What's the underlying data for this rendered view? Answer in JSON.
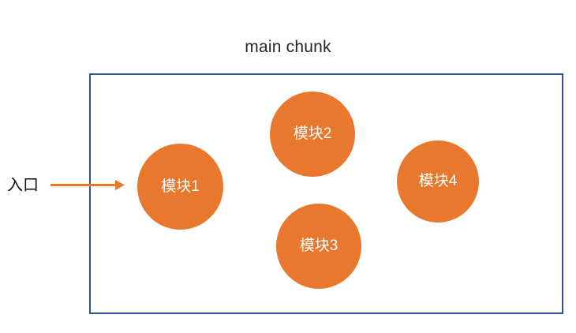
{
  "diagram": {
    "type": "webpack-chunk-diagram",
    "title": "main chunk",
    "entry": {
      "label": "入口",
      "arrow_icon": "arrow-right-icon"
    },
    "container": {
      "name": "main chunk",
      "border_color": "#2E5496",
      "background": "#ffffff"
    },
    "modules": [
      {
        "id": "module-1",
        "label": "模块1",
        "color": "#E8782D",
        "text_color": "#ffffff"
      },
      {
        "id": "module-2",
        "label": "模块2",
        "color": "#E8782D",
        "text_color": "#ffffff"
      },
      {
        "id": "module-3",
        "label": "模块3",
        "color": "#E8782D",
        "text_color": "#ffffff"
      },
      {
        "id": "module-4",
        "label": "模块4",
        "color": "#E8782D",
        "text_color": "#ffffff"
      }
    ],
    "colors": {
      "accent_orange": "#E8782D",
      "border_blue": "#2E5496",
      "title_text": "#262626",
      "label_text": "#0d0d0d",
      "canvas": "#ffffff"
    }
  }
}
